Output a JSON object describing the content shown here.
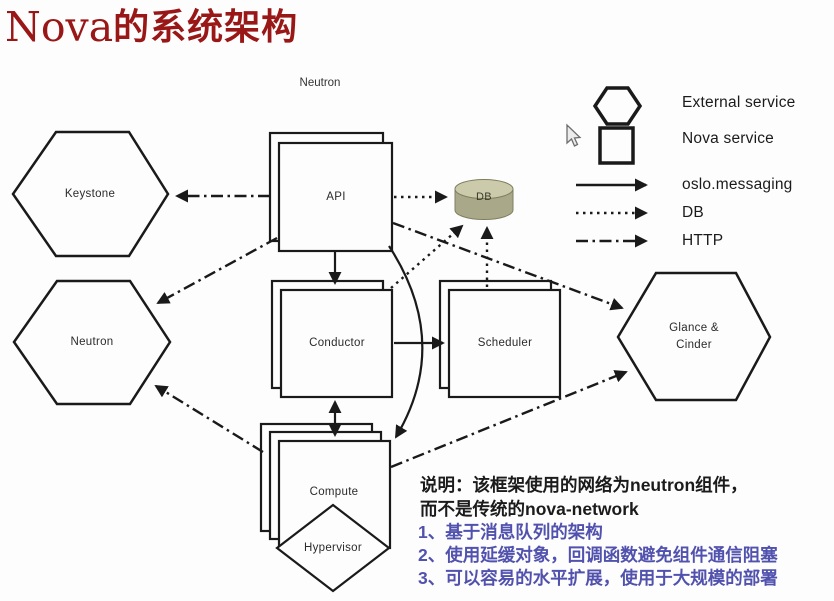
{
  "title": {
    "latin": "Nova",
    "cjk": "的系统架构"
  },
  "top_label": "Neutron",
  "nodes": {
    "keystone": "Keystone",
    "neutron": "Neutron",
    "api": "API",
    "conductor": "Conductor",
    "scheduler": "Scheduler",
    "compute": "Compute",
    "hypervisor": "Hypervisor",
    "db": "DB",
    "glance_line1": "Glance &",
    "glance_line2": "Cinder"
  },
  "legend": {
    "external_service": "External service",
    "nova_service": "Nova service",
    "oslo_messaging": "oslo.messaging",
    "db": "DB",
    "http": "HTTP"
  },
  "notes": {
    "line1": "说明：该框架使用的网络为neutron组件，",
    "line2": "而不是传统的nova-network",
    "item1": "1、基于消息队列的架构",
    "item2": "2、使用延缓对象，回调函数避免组件通信阻塞",
    "item3": "3、可以容易的水平扩展，使用于大规模的部署"
  },
  "connections": [
    {
      "from": "API",
      "to": "Keystone",
      "type": "HTTP"
    },
    {
      "from": "API",
      "to": "Neutron",
      "type": "HTTP"
    },
    {
      "from": "API",
      "to": "DB",
      "type": "DB"
    },
    {
      "from": "API",
      "to": "Conductor",
      "type": "oslo.messaging"
    },
    {
      "from": "API",
      "to": "Glance & Cinder",
      "type": "HTTP"
    },
    {
      "from": "API",
      "to": "Compute",
      "type": "oslo.messaging"
    },
    {
      "from": "Conductor",
      "to": "Scheduler",
      "type": "oslo.messaging"
    },
    {
      "from": "Conductor",
      "to": "Compute",
      "type": "oslo.messaging",
      "bidirectional": true
    },
    {
      "from": "Conductor",
      "to": "DB",
      "type": "DB"
    },
    {
      "from": "Scheduler",
      "to": "DB",
      "type": "DB"
    },
    {
      "from": "Compute",
      "to": "Neutron",
      "type": "HTTP"
    },
    {
      "from": "Compute",
      "to": "Glance & Cinder",
      "type": "HTTP"
    }
  ],
  "colors": {
    "title": "#991717",
    "notes_accent": "#5151ae",
    "line": "#1a1a1a",
    "db_body": "#a9a989",
    "db_top": "#cbcbab"
  }
}
